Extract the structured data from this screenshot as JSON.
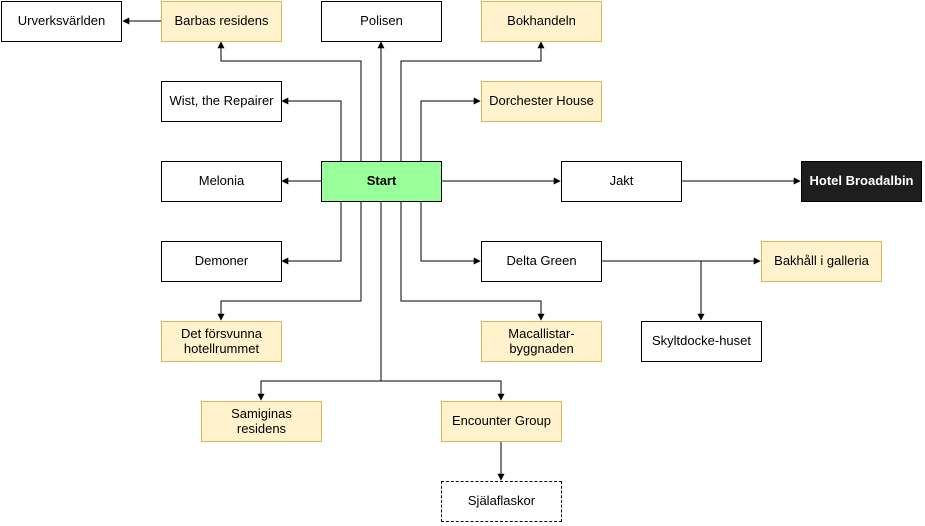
{
  "nodes": {
    "urverksvarlden": {
      "label": "Urverksvärlden"
    },
    "barbas": {
      "label": "Barbas residens"
    },
    "polisen": {
      "label": "Polisen"
    },
    "bokhandeln": {
      "label": "Bokhandeln"
    },
    "wist": {
      "label": "Wist, the Repairer"
    },
    "dorchester": {
      "label": "Dorchester House"
    },
    "melonia": {
      "label": "Melonia"
    },
    "start": {
      "label": "Start"
    },
    "jakt": {
      "label": "Jakt"
    },
    "hotel": {
      "label": "Hotel Broadalbin"
    },
    "demoner": {
      "label": "Demoner"
    },
    "deltagreen": {
      "label": "Delta Green"
    },
    "bakhall": {
      "label": "Bakhåll i galleria"
    },
    "forsvunna": {
      "label": "Det försvunna hotellrummet"
    },
    "macallistar": {
      "label": "Macallistar-byggnaden"
    },
    "skyltdocke": {
      "label": "Skyltdocke-huset"
    },
    "samiginas": {
      "label": "Samiginas residens"
    },
    "encounter": {
      "label": "Encounter Group"
    },
    "sjalaflaskor": {
      "label": "Själaflaskor"
    }
  },
  "colors": {
    "start_fill": "#99ff99",
    "optional_fill": "#fff2cc",
    "optional_border": "#d6b656",
    "final_fill": "#1e1e1e",
    "edge": "#000000"
  }
}
